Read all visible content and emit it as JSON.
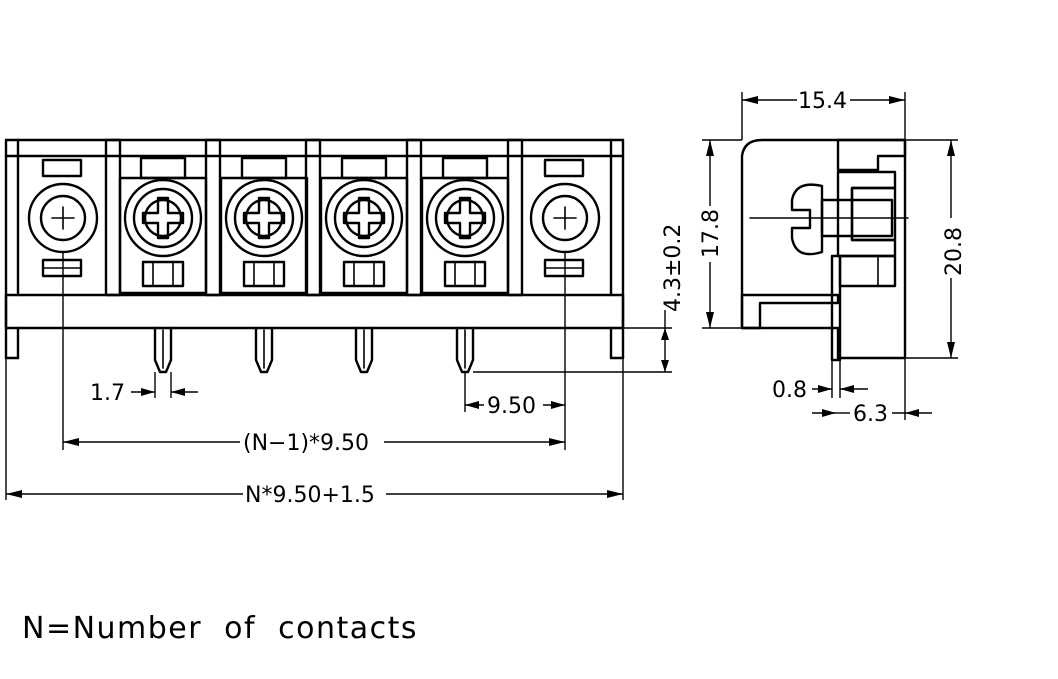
{
  "front_view": {
    "dimensions": {
      "pin_width": "1.7",
      "pitch": "9.50",
      "span": "(N−1)*9.50",
      "overall_length": "N*9.50+1.5",
      "pin_length": "4.3±0.2"
    }
  },
  "side_view": {
    "dimensions": {
      "depth": "15.4",
      "body_height": "17.8",
      "overall_height": "20.8",
      "pin_thickness": "0.8",
      "pin_offset": "6.3"
    }
  },
  "note": "N=Number  of  contacts"
}
